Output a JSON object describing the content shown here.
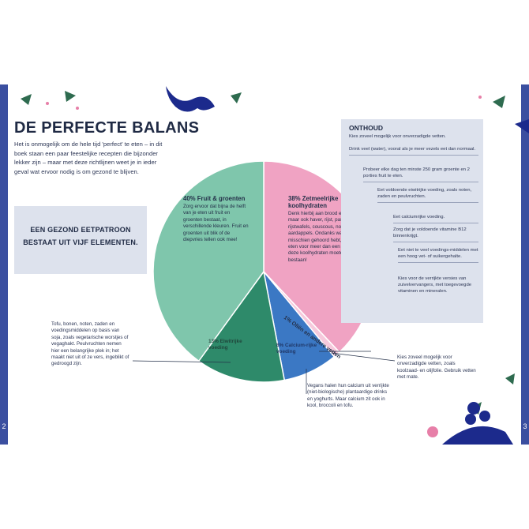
{
  "page": {
    "left_page_number": "2",
    "right_page_number": "3",
    "title": "DE PERFECTE BALANS",
    "intro": "Het is onmogelijk om de hele tijd 'perfect' te eten – in dit boek staan een paar feestelijke recepten die bijzonder lekker zijn – maar met deze richtlijnen weet je in ieder geval wat ervoor nodig is om gezond te blijven.",
    "callout": "EEN GEZOND EETPATROON BESTAAT UIT VIJF ELEMENTEN."
  },
  "chart_data": {
    "type": "pie",
    "title": "",
    "slices": [
      {
        "label": "38% Zetmeelrijke koolhydraten",
        "value": 38,
        "color": "#f0a3c3",
        "description": "Denk hierbij aan brood en granen, maar ook haver, rijst, pasta, rijstwafels, couscous, noedels en aardappels. Ondanks wat je misschien gehoord hebt, zou je eten voor meer dan een derde uit deze koolhydraten moeten bestaan!"
      },
      {
        "label": "1% Oliën en andere vetten",
        "value": 1,
        "color": "#f6c9dc",
        "description": ""
      },
      {
        "label": "8% Calcium-rijke voeding",
        "value": 8,
        "color": "#3b78c4",
        "description": ""
      },
      {
        "label": "13% Eiwitrijke voeding",
        "value": 13,
        "color": "#2e8a6a",
        "description": ""
      },
      {
        "label": "40% Fruit & groenten",
        "value": 40,
        "color": "#7fc6ac",
        "description": "Zorg ervoor dat bijna de helft van je eten uit fruit en groenten bestaat, in verschillende kleuren. Fruit en groenten uit blik of de diepvries tellen ook mee!"
      }
    ]
  },
  "notes": {
    "protein": "Tofu, bonen, noten, zaden en voedingsmiddelen op basis van soja, zoals vegetarische worstjes of vegaghakt. Peulvruchten nemen hier een belangrijke plek in; het maakt niet uit of ze vers, ingeblikt of gedroogd zijn.",
    "calcium": "Vegans halen hun calcium uit verrijkte (niet-biologische) plantaardige drinks en yoghurts. Maar calcium zit ook in kool, broccoli en tofu.",
    "oil": "Kies zoveel mogelijk voor onverzadigde vetten, zoals koolzaad- en olijfolie. Gebruik vetten met mate."
  },
  "sidebar": {
    "title": "ONTHOUD",
    "tips": [
      "Kies zoveel mogelijk voor onverzadigde vetten.",
      "Drink veel (water), vooral als je meer vezels eet dan normaal.",
      "Probeer elke dag ten minste 250 gram groente en 2 porties fruit te eten.",
      "Eet voldoende eiwitrijke voeding, zoals noten, zaden en peulvruchten.",
      "Eet calciumrijke voeding.",
      "Zorg dat je voldoende vitamine B12 binnenkrijgt.",
      "Eet niet te veel voedings-middelen met een hoog vet- of suikergehalte.",
      "Kies voor de verrijkte versies van zuivelvervangers, met toegevoegde vitaminen en mineralen."
    ]
  },
  "colors": {
    "page_edge": "#3b4fa0",
    "box_background": "#dde2ed",
    "text": "#1f2a44"
  }
}
